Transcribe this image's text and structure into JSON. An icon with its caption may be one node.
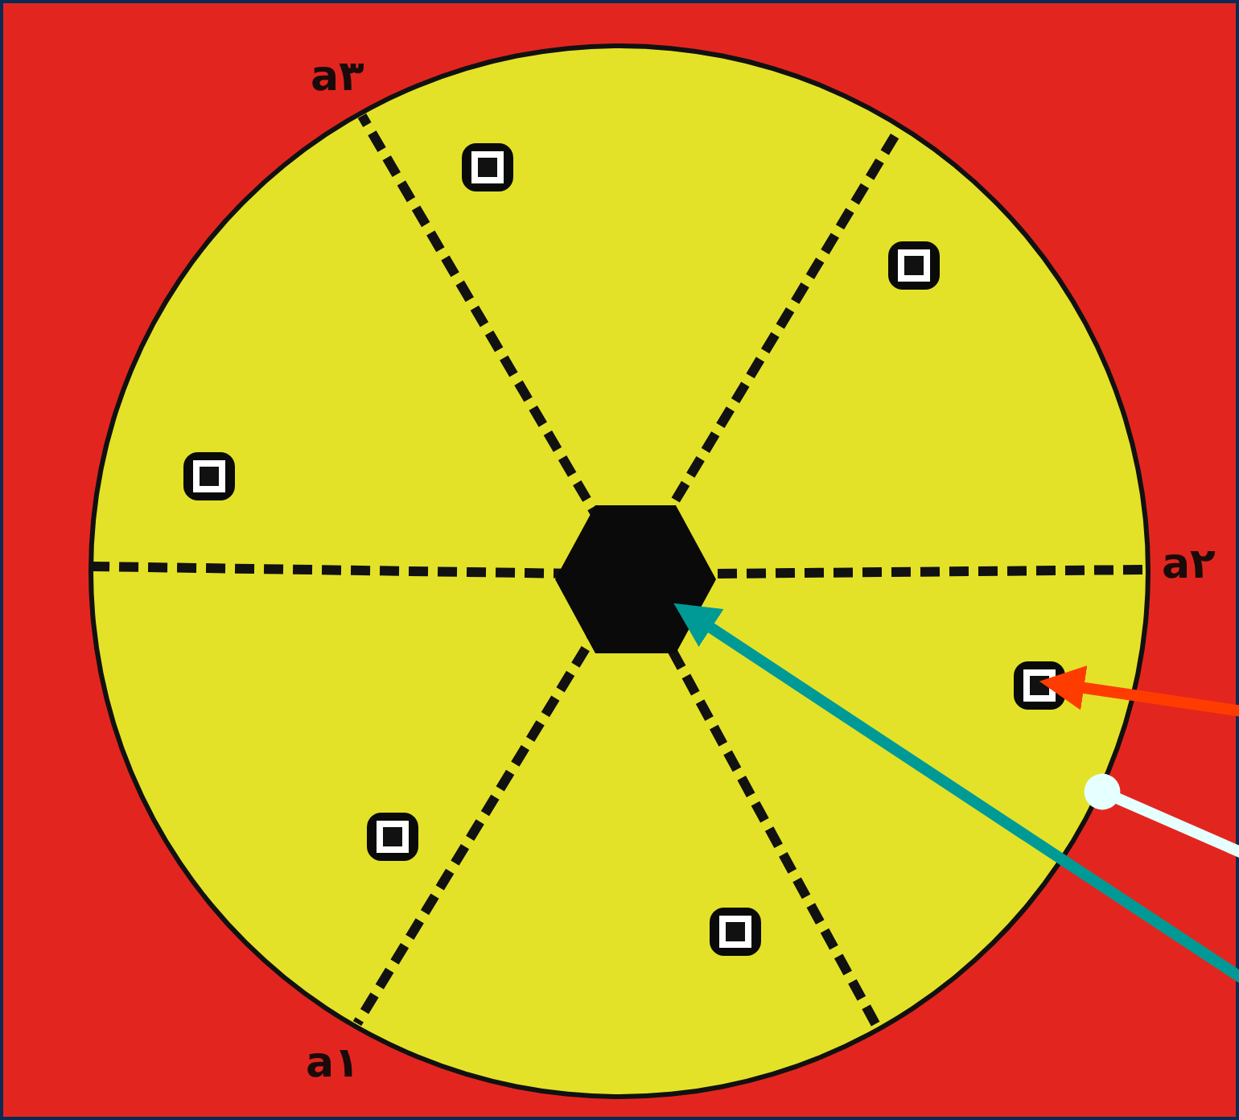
{
  "diagram": {
    "nodes": [
      {
        "text": [],
        "shape": "circle"
      },
      {
        "text": [],
        "shape": "hexagon",
        "in": 0
      },
      {
        "text": [],
        "shape": "box",
        "in": 0
      },
      {
        "text": [],
        "shape": "box",
        "in": 0
      },
      {
        "text": [],
        "shape": "box",
        "in": 0
      },
      {
        "text": [],
        "shape": "box",
        "in": 0
      },
      {
        "text": [],
        "shape": "box",
        "in": 0
      },
      {
        "text": [],
        "shape": "box",
        "in": 0
      }
    ],
    "edges": [
      {
        "from": null,
        "to": 5,
        "arrow": "to",
        "color": "#ff3c00"
      },
      {
        "from": null,
        "to": 0,
        "arrow": "other",
        "color": "#e6ffff"
      },
      {
        "from": null,
        "to": 1,
        "arrow": "to",
        "color": "#009a96"
      }
    ],
    "labels": [
      "a۳",
      "a۲",
      "a۱"
    ]
  }
}
